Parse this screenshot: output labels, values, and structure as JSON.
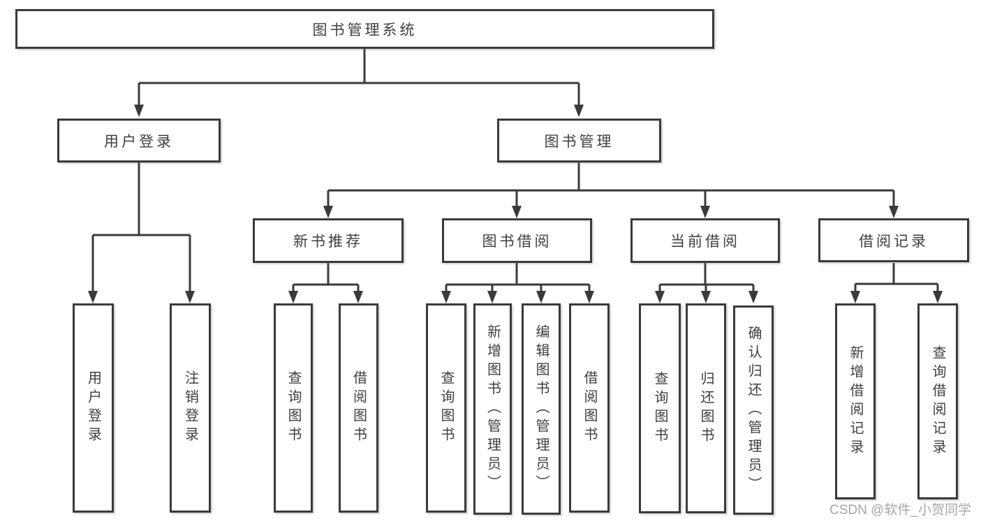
{
  "tree": {
    "label": "图书管理系统",
    "children": [
      {
        "label": "用户登录",
        "children": [
          {
            "label": "用户登录"
          },
          {
            "label": "注销登录"
          }
        ]
      },
      {
        "label": "图书管理",
        "children": [
          {
            "label": "新书推荐",
            "children": [
              {
                "label": "查询图书"
              },
              {
                "label": "借阅图书"
              }
            ]
          },
          {
            "label": "图书借阅",
            "children": [
              {
                "label": "查询图书"
              },
              {
                "label": "新增图书（管理员）"
              },
              {
                "label": "编辑图书（管理员）"
              },
              {
                "label": "借阅图书"
              }
            ]
          },
          {
            "label": "当前借阅",
            "children": [
              {
                "label": "查询图书"
              },
              {
                "label": "归还图书"
              },
              {
                "label": "确认归还（管理员）"
              }
            ]
          },
          {
            "label": "借阅记录",
            "children": [
              {
                "label": "新增借阅记录"
              },
              {
                "label": "查询借阅记录"
              }
            ]
          }
        ]
      }
    ]
  },
  "watermark": {
    "text": "CSDN @软件_小贺同学"
  },
  "colors": {
    "line": "#3a3a3a",
    "border": "#3a3a3a",
    "text": "#3f3f3f",
    "bg": "#ffffff",
    "watermark": "#a6a6a6"
  }
}
